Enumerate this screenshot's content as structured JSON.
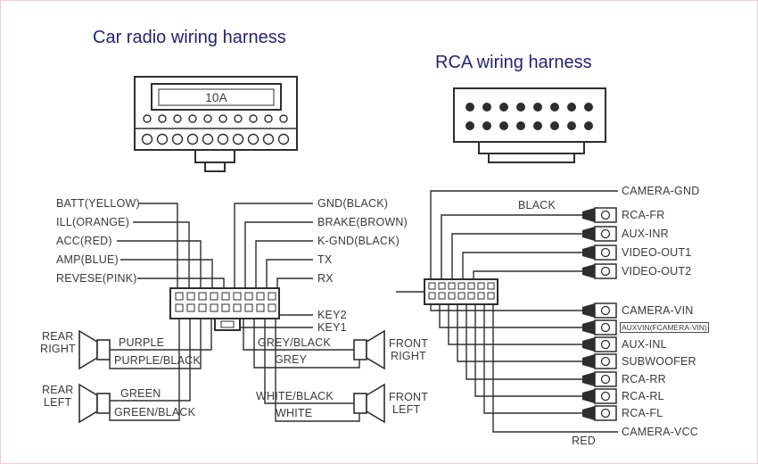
{
  "titles": {
    "radio": "Car radio wiring harness",
    "rca": "RCA wiring harness"
  },
  "radio_connector": {
    "fuse_label": "10A"
  },
  "power_wires": [
    "BATT(YELLOW)",
    "ILL(ORANGE)",
    "ACC(RED)",
    "AMP(BLUE)",
    "REVESE(PINK)"
  ],
  "signal_wires": [
    "GND(BLACK)",
    "BRAKE(BROWN)",
    "K-GND(BLACK)",
    "TX",
    "RX"
  ],
  "key_wires": [
    "KEY2",
    "KEY1"
  ],
  "speakers": [
    {
      "line1": "REAR",
      "line2": "RIGHT",
      "wire_top": "PURPLE",
      "wire_bottom": "PURPLE/BLACK"
    },
    {
      "line1": "REAR",
      "line2": "LEFT",
      "wire_top": "GREEN",
      "wire_bottom": "GREEN/BLACK"
    },
    {
      "line1": "FRONT",
      "line2": "RIGHT",
      "wire_top": "GREY/BLACK",
      "wire_bottom": "GREY"
    },
    {
      "line1": "FRONT",
      "line2": "LEFT",
      "wire_top": "WHITE/BLACK",
      "wire_bottom": "WHITE"
    }
  ],
  "rca_harness": {
    "top_wire": "CAMERA-GND",
    "top_wire_color": "BLACK",
    "bottom_wire": "CAMERA-VCC",
    "bottom_wire_color": "RED",
    "jacks_top": [
      "RCA-FR",
      "AUX-INR",
      "VIDEO-OUT1",
      "VIDEO-OUT2"
    ],
    "jacks_bottom": [
      "CAMERA-VIN",
      "AUXVIN(FCAMERA-VIN)",
      "AUX-INL",
      "SUBWOOFER",
      "RCA-RR",
      "RCA-RL",
      "RCA-FL"
    ]
  },
  "colors": {
    "line": "#2e2e2e",
    "title": "#232276",
    "label": "#3a3a3a"
  }
}
